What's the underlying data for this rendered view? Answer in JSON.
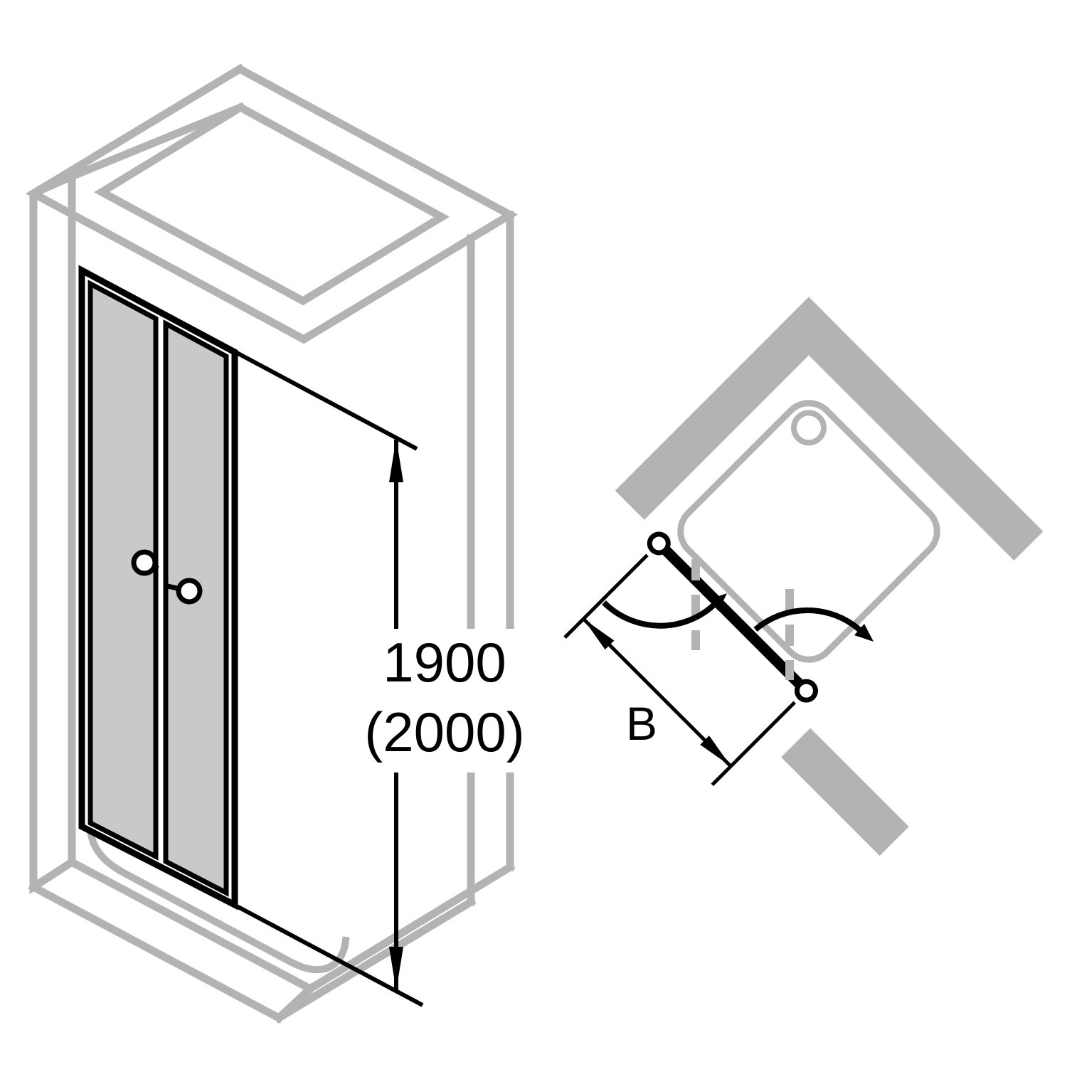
{
  "figure": {
    "left": {
      "height_primary": "1900",
      "height_secondary": "(2000)"
    },
    "right": {
      "width_label": "B"
    }
  },
  "colors": {
    "structure_gray": "#b3b3b3",
    "glass_gray": "#c9c9c9",
    "ink": "#000000",
    "background": "#ffffff"
  }
}
